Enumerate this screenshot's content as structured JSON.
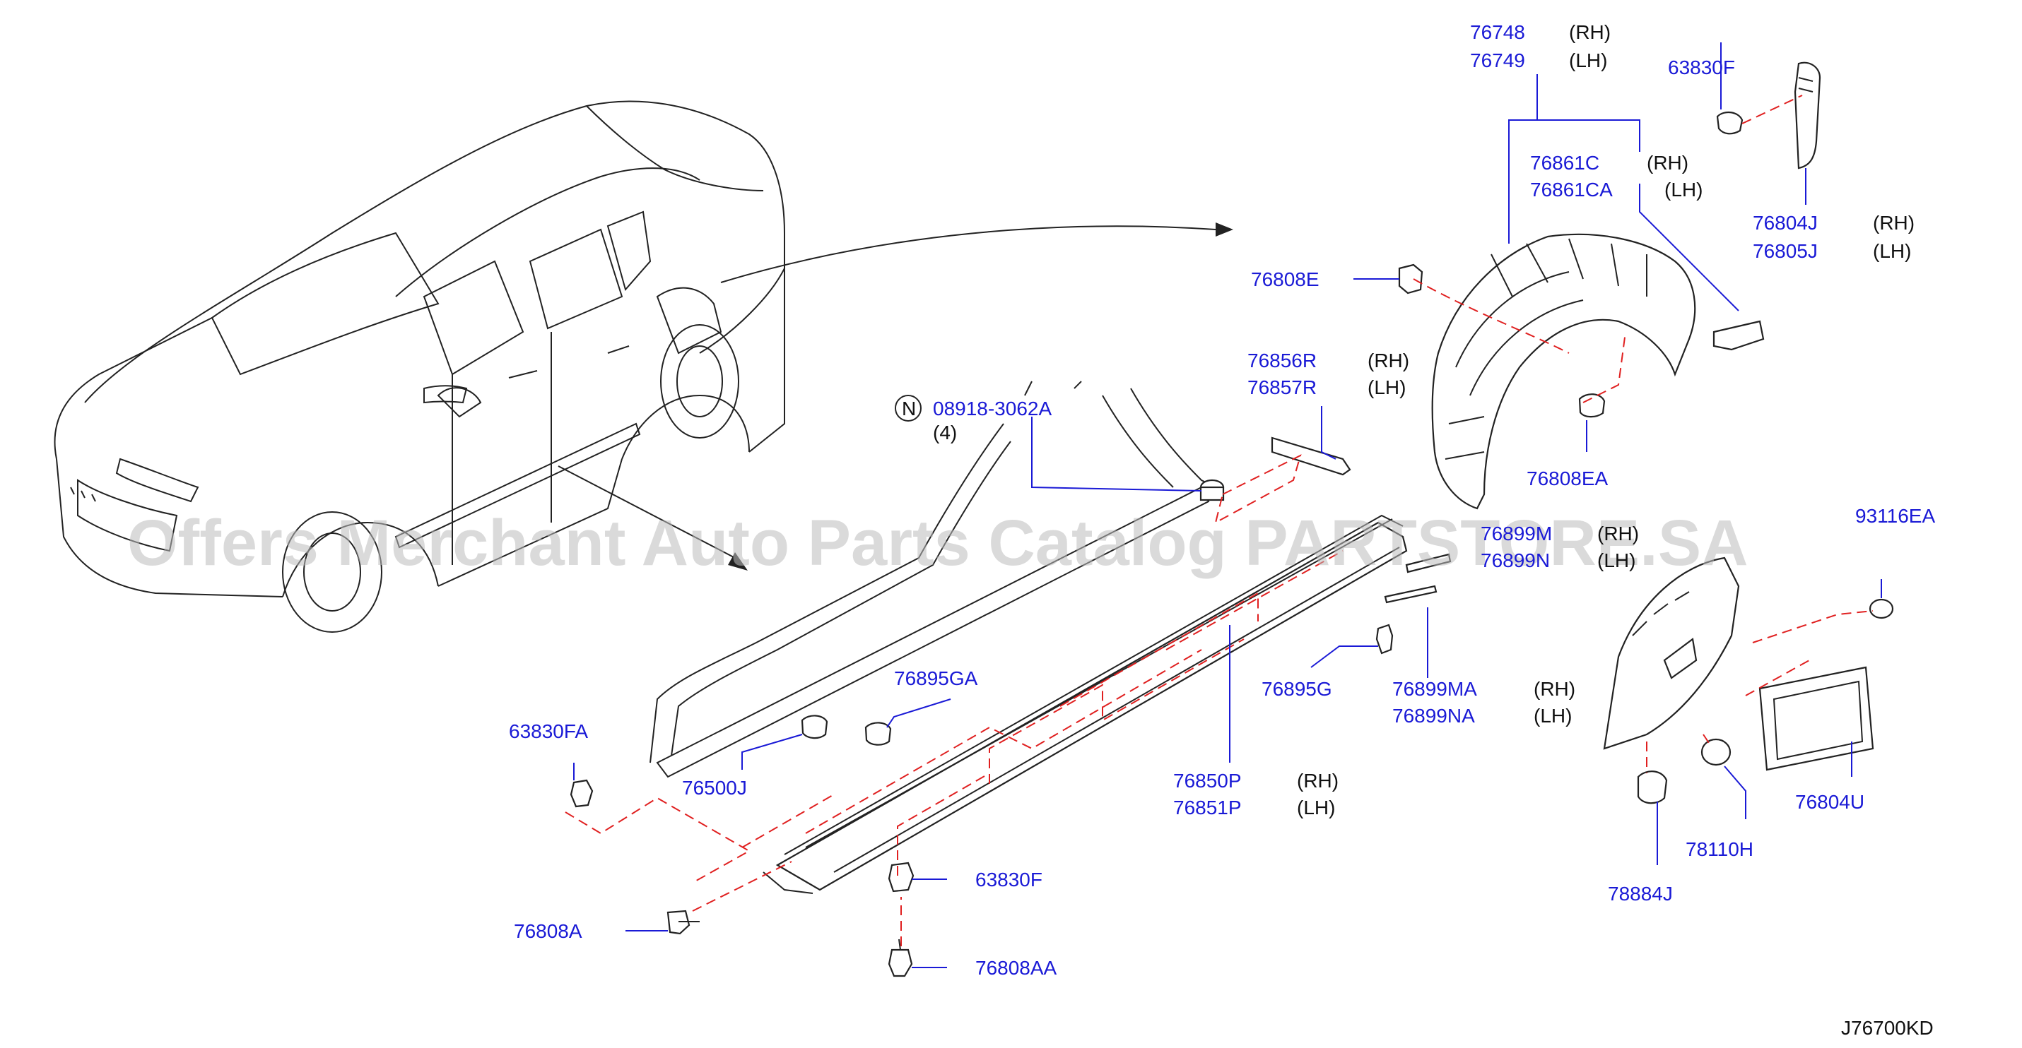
{
  "diagram": {
    "code": "J76700KD",
    "watermark": "Offers Merchant Auto Parts Catalog PARTSTORE.SA",
    "colors": {
      "part_number": "#1a1ad6",
      "leader": "#1a1ad6",
      "dash_line": "#e02020",
      "drawing": "#222222"
    },
    "callouts": [
      {
        "id": "c76748",
        "number": "76748",
        "side": "(RH)"
      },
      {
        "id": "c76749",
        "number": "76749",
        "side": "(LH)"
      },
      {
        "id": "c63830F_top",
        "number": "63830F",
        "side": ""
      },
      {
        "id": "c76861C",
        "number": "76861C",
        "side": "(RH)"
      },
      {
        "id": "c76861CA",
        "number": "76861CA",
        "side": "(LH)"
      },
      {
        "id": "c76804J",
        "number": "76804J",
        "side": "(RH)"
      },
      {
        "id": "c76805J",
        "number": "76805J",
        "side": "(LH)"
      },
      {
        "id": "c76808E",
        "number": "76808E",
        "side": ""
      },
      {
        "id": "c76856R",
        "number": "76856R",
        "side": "(RH)"
      },
      {
        "id": "c76857R",
        "number": "76857R",
        "side": "(LH)"
      },
      {
        "id": "c08918",
        "number": "08918-3062A",
        "side": "(4)",
        "badge": "N"
      },
      {
        "id": "c76808EA",
        "number": "76808EA",
        "side": ""
      },
      {
        "id": "c76899M",
        "number": "76899M",
        "side": "(RH)"
      },
      {
        "id": "c76899N",
        "number": "76899N",
        "side": "(LH)"
      },
      {
        "id": "c93116EA",
        "number": "93116EA",
        "side": ""
      },
      {
        "id": "c76895GA",
        "number": "76895GA",
        "side": ""
      },
      {
        "id": "c76895G",
        "number": "76895G",
        "side": ""
      },
      {
        "id": "c76899MA",
        "number": "76899MA",
        "side": "(RH)"
      },
      {
        "id": "c76899NA",
        "number": "76899NA",
        "side": "(LH)"
      },
      {
        "id": "c63830FA",
        "number": "63830FA",
        "side": ""
      },
      {
        "id": "c76500J",
        "number": "76500J",
        "side": ""
      },
      {
        "id": "c76850P",
        "number": "76850P",
        "side": "(RH)"
      },
      {
        "id": "c76851P",
        "number": "76851P",
        "side": "(LH)"
      },
      {
        "id": "c76804U",
        "number": "76804U",
        "side": ""
      },
      {
        "id": "c78110H",
        "number": "78110H",
        "side": ""
      },
      {
        "id": "c63830F_bot",
        "number": "63830F",
        "side": ""
      },
      {
        "id": "c76808A",
        "number": "76808A",
        "side": ""
      },
      {
        "id": "c78884J",
        "number": "78884J",
        "side": ""
      },
      {
        "id": "c76808AA",
        "number": "76808AA",
        "side": ""
      }
    ]
  }
}
